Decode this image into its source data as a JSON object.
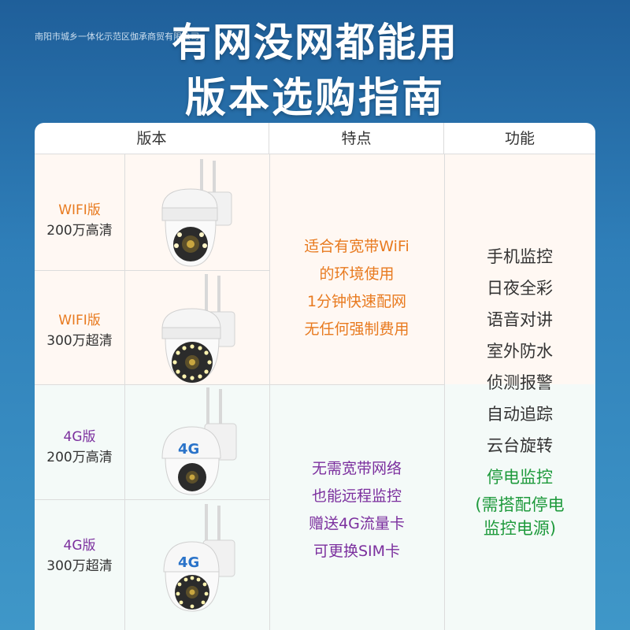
{
  "watermark": "南阳市城乡一体化示范区伽承商贸有限公司",
  "title": {
    "line1": "有网没网都能用",
    "line2": "版本选购指南"
  },
  "table": {
    "headers": [
      "版本",
      "特点",
      "功能"
    ],
    "rows": [
      {
        "type_label": "WIFI版",
        "resolution": "200万高清",
        "accent": "#e87a1f",
        "badge": ""
      },
      {
        "type_label": "WIFI版",
        "resolution": "300万超清",
        "accent": "#e87a1f",
        "badge": ""
      },
      {
        "type_label": "4G版",
        "resolution": "200万高清",
        "accent": "#7b2f9e",
        "badge": "4G"
      },
      {
        "type_label": "4G版",
        "resolution": "300万超清",
        "accent": "#7b2f9e",
        "badge": "4G"
      }
    ],
    "features_wifi": [
      "适合有宽带WiFi",
      "的环境使用",
      "1分钟快速配网",
      "无任何强制费用"
    ],
    "features_4g": [
      "无需宽带网络",
      "也能远程监控",
      "赠送4G流量卡",
      "可更换SIM卡"
    ],
    "functions": [
      "手机监控",
      "日夜全彩",
      "语音对讲",
      "室外防水",
      "侦测报警",
      "自动追踪",
      "云台旋转"
    ],
    "function_highlight": "停电监控",
    "function_note": [
      "(需搭配停电",
      "监控电源)"
    ]
  },
  "colors": {
    "orange": "#e87a1f",
    "purple": "#7b2f9e",
    "green": "#1e9a3c",
    "background_top": "#1f5f9a"
  }
}
